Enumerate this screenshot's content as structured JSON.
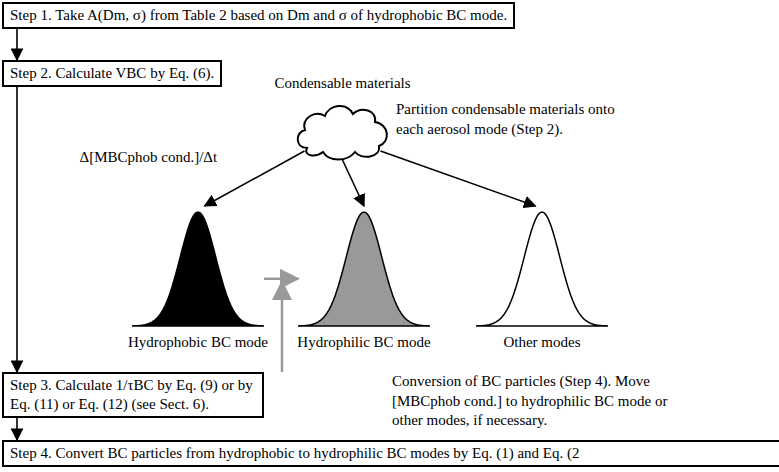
{
  "diagram": {
    "nodes": [
      {
        "text": [
          "Step 1. Take A(Dm, σ) from Table 2 based on Dm and σ of hydrophobic BC mode."
        ]
      },
      {
        "text": [
          "Step 2. Calculate VBC by Eq. (6)."
        ]
      },
      {
        "text": [
          "Condensable materials"
        ]
      },
      {
        "text": [
          "Hydrophobic BC mode"
        ]
      },
      {
        "text": [
          "Hydrophilic BC mode"
        ]
      },
      {
        "text": [
          "Other modes"
        ]
      },
      {
        "text": [
          "Step 3. Calculate 1/τBC by Eq. (9) or by Eq. (11) or Eq. (12) (see Sect. 6)."
        ]
      },
      {
        "text": [
          "Step 4. Convert BC particles from hydrophobic to hydrophilic BC modes by Eq. (1) and Eq. (2"
        ]
      }
    ],
    "edges": [
      {
        "from": 0,
        "to": 1,
        "arrow": "to"
      },
      {
        "from": 1,
        "to": 6,
        "arrow": "to"
      },
      {
        "from": 6,
        "to": 7,
        "arrow": "to"
      },
      {
        "from": 2,
        "to": 3,
        "label": "Δ[MBCphob cond.]/Δt",
        "arrow": "to"
      },
      {
        "from": 2,
        "to": 4,
        "arrow": "to"
      },
      {
        "from": 2,
        "to": 5,
        "arrow": "to"
      },
      {
        "from": 3,
        "to": 4,
        "arrow": "to"
      }
    ],
    "labels": [
      "Partition condensable materials onto each aerosol mode (Step 2).",
      "Conversion of BC particles (Step 4). Move [MBCphob cond.] to hydrophilic BC mode or other modes, if necessary."
    ]
  }
}
